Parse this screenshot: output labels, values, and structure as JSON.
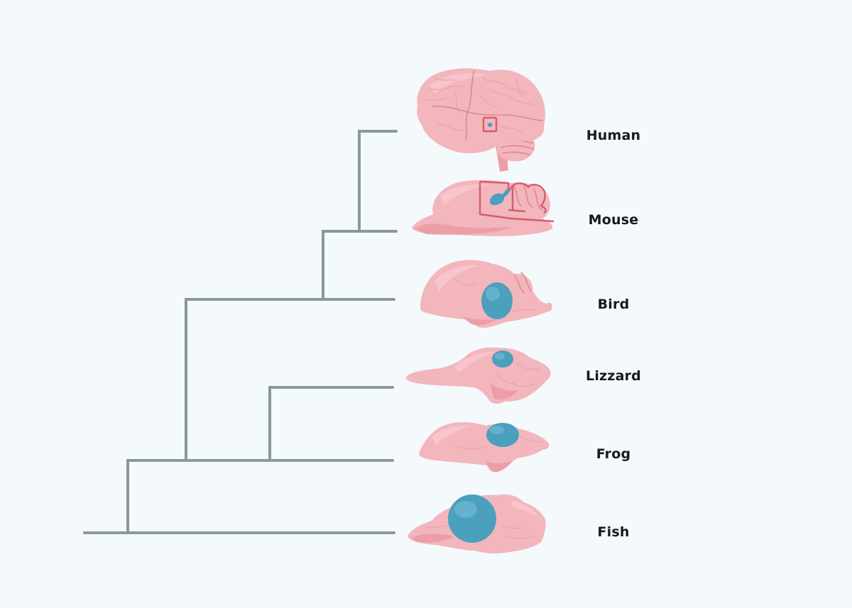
{
  "species": [
    {
      "id": "human",
      "label": "Human"
    },
    {
      "id": "mouse",
      "label": "Mouse"
    },
    {
      "id": "bird",
      "label": "Bird"
    },
    {
      "id": "lizard",
      "label": "Lizzard"
    },
    {
      "id": "frog",
      "label": "Frog"
    },
    {
      "id": "fish",
      "label": "Fish"
    }
  ],
  "colors": {
    "background": "#f4f9fc",
    "tree_line": "#8a979f",
    "brain_tissue": "#f2b6bc",
    "highlighted_region": "#4aa0bd",
    "outline_box": "#d95b6a",
    "label_text": "#151a1e"
  }
}
